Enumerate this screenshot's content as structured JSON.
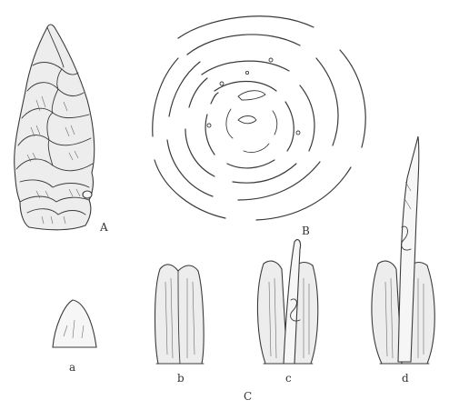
{
  "figure": {
    "labels": {
      "A": "A",
      "B": "B",
      "C": "C",
      "a": "a",
      "b": "b",
      "c": "c",
      "d": "d"
    }
  }
}
